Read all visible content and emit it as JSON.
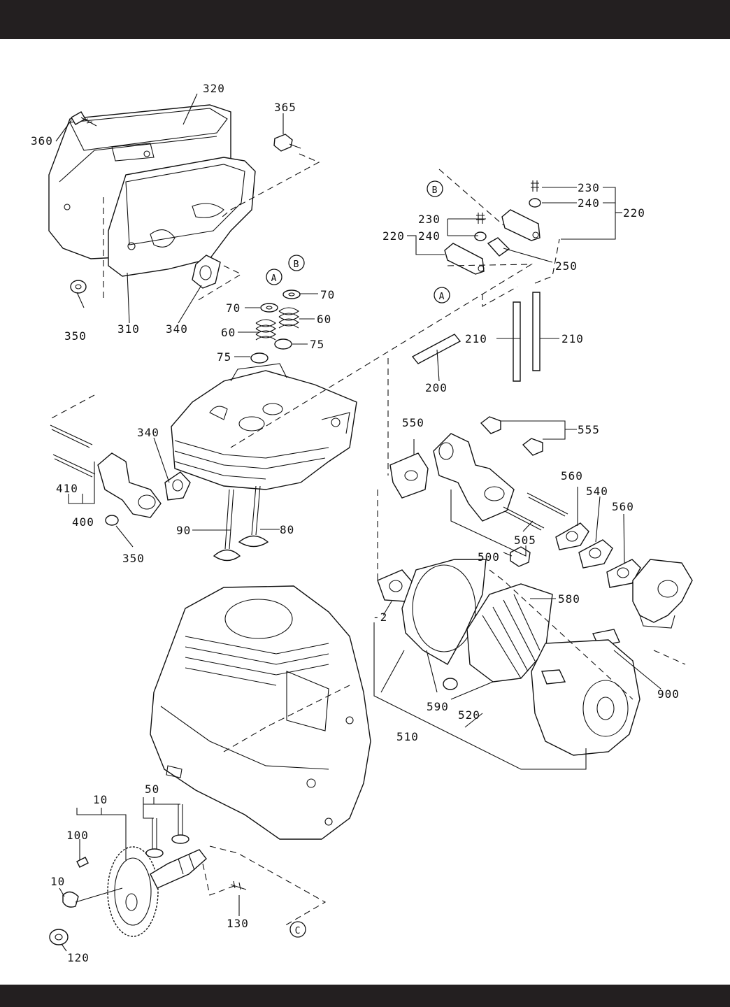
{
  "callouts": {
    "c320": "320",
    "c365": "365",
    "c360": "360",
    "c350a": "350",
    "c310": "310",
    "c340a": "340",
    "c70a": "70",
    "c70b": "70",
    "c60a": "60",
    "c60b": "60",
    "c75a": "75",
    "c75b": "75",
    "c230a": "230",
    "c240a": "240",
    "c220a": "220",
    "c230b": "230",
    "c240b": "240",
    "c220b": "220",
    "c250": "250",
    "c210a": "210",
    "c210b": "210",
    "c200": "200",
    "c340b": "340",
    "c410": "410",
    "c400": "400",
    "c350b": "350",
    "c90": "90",
    "c80": "80",
    "c550": "550",
    "c555": "555",
    "c560a": "560",
    "c540": "540",
    "c560b": "560",
    "c505": "505",
    "c500": "500",
    "c580": "580",
    "c2": "-2",
    "c590": "590",
    "c520": "520",
    "c510": "510",
    "c900": "900",
    "c10a": "10",
    "c50": "50",
    "c100": "100",
    "c10b": "10",
    "c130": "130",
    "c120": "120"
  },
  "refs": {
    "refA1": "A",
    "refB1": "B",
    "refB2": "B",
    "refA2": "A",
    "refC": "C"
  }
}
